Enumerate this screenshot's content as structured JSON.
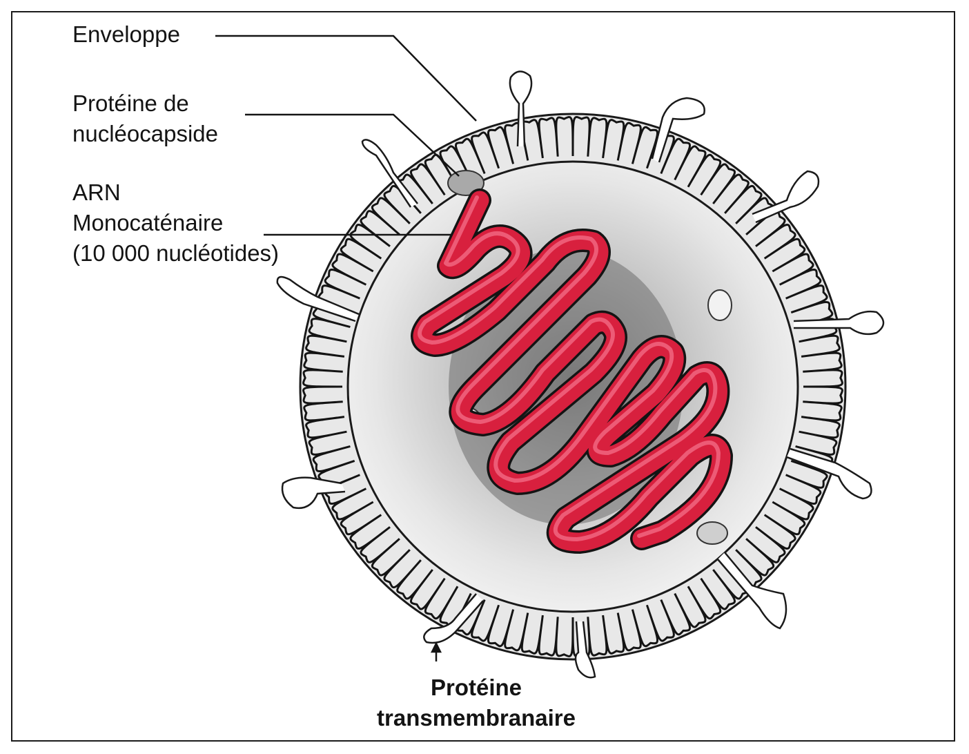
{
  "labels": {
    "enveloppe": "Enveloppe",
    "nucleocapsid_line1": "Protéine de",
    "nucleocapsid_line2": "nucléocapside",
    "rna_line1": "ARN",
    "rna_line2": "Monocaténaire",
    "rna_line3": "(10 000 nucléotides)",
    "transmembrane_line1": "Protéine",
    "transmembrane_line2": "transmembranaire"
  },
  "colors": {
    "rna": "#d8203e",
    "rna_highlight": "#f26a84",
    "capsid_interior": "#d9d9d9",
    "envelope_fill": "#e6e6e6",
    "ink": "#141414"
  }
}
